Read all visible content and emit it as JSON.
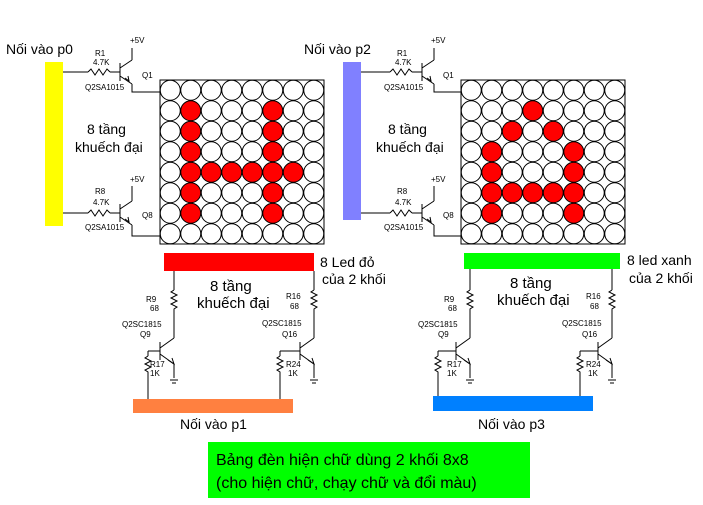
{
  "colors": {
    "background": "#ffffff",
    "led_off": "#ffffff",
    "led_on": "#ff0000",
    "bar_p0": "#ffff00",
    "bar_p2": "#8080ff",
    "bar_red": "#ff0000",
    "bar_green": "#00ff00",
    "bar_p1": "#ff8040",
    "bar_p3": "#0080ff",
    "caption_bg": "#00ff00"
  },
  "left": {
    "port_label": "Nối vào p0",
    "col_driver_label_line1": "8 tầng",
    "col_driver_label_line2": "khuếch đại",
    "top_transistor": {
      "vcc": "+5V",
      "resistor": "R1",
      "resistor_value": "4.7K",
      "transistor": "Q1",
      "part": "Q2SA1015"
    },
    "bottom_transistor": {
      "vcc": "+5V",
      "resistor": "R8",
      "resistor_value": "4.7K",
      "transistor": "Q8",
      "part": "Q2SA1015"
    },
    "matrix_pattern": [
      "........",
      ".#...#..",
      ".#...#..",
      ".#...#..",
      ".######.",
      ".#...#..",
      ".#...#..",
      "........"
    ],
    "row_bar_label_line1": "8 Led đỏ",
    "row_bar_label_line2": "của 2 khối",
    "row_driver_label_line1": "8 tầng",
    "row_driver_label_line2": "khuếch đại",
    "row_left": {
      "resistor": "R9",
      "resistor_value": "68",
      "part": "Q2SC1815",
      "transistor": "Q9",
      "base_resistor": "R17",
      "base_value": "1K"
    },
    "row_right": {
      "resistor": "R16",
      "resistor_value": "68",
      "part": "Q2SC1815",
      "transistor": "Q16",
      "base_resistor": "R24",
      "base_value": "1K"
    },
    "bottom_port_label": "Nối vào p1"
  },
  "right": {
    "port_label": "Nối vào p2",
    "col_driver_label_line1": "8 tầng",
    "col_driver_label_line2": "khuếch đại",
    "top_transistor": {
      "vcc": "+5V",
      "resistor": "R1",
      "resistor_value": "4.7K",
      "transistor": "Q1",
      "part": "Q2SA1015"
    },
    "bottom_transistor": {
      "vcc": "+5V",
      "resistor": "R8",
      "resistor_value": "4.7K",
      "transistor": "Q8",
      "part": "Q2SA1015"
    },
    "matrix_pattern": [
      "........",
      "...#....",
      "..#.#...",
      ".#...#..",
      ".#...#..",
      ".#####..",
      ".#...#..",
      "........"
    ],
    "row_bar_label_line1": "8 led xanh",
    "row_bar_label_line2": "của 2 khối",
    "row_driver_label_line1": "8 tầng",
    "row_driver_label_line2": "khuếch đại",
    "row_left": {
      "resistor": "R9",
      "resistor_value": "68",
      "part": "Q2SC1815",
      "transistor": "Q9",
      "base_resistor": "R17",
      "base_value": "1K"
    },
    "row_right": {
      "resistor": "R16",
      "resistor_value": "68",
      "part": "Q2SC1815",
      "transistor": "Q16",
      "base_resistor": "R24",
      "base_value": "1K"
    },
    "bottom_port_label": "Nối vào p3"
  },
  "caption": {
    "line1": "Bảng đèn hiện chữ dùng 2 khối 8x8",
    "line2": "(cho hiện chữ, chạy chữ và đổi màu)"
  }
}
